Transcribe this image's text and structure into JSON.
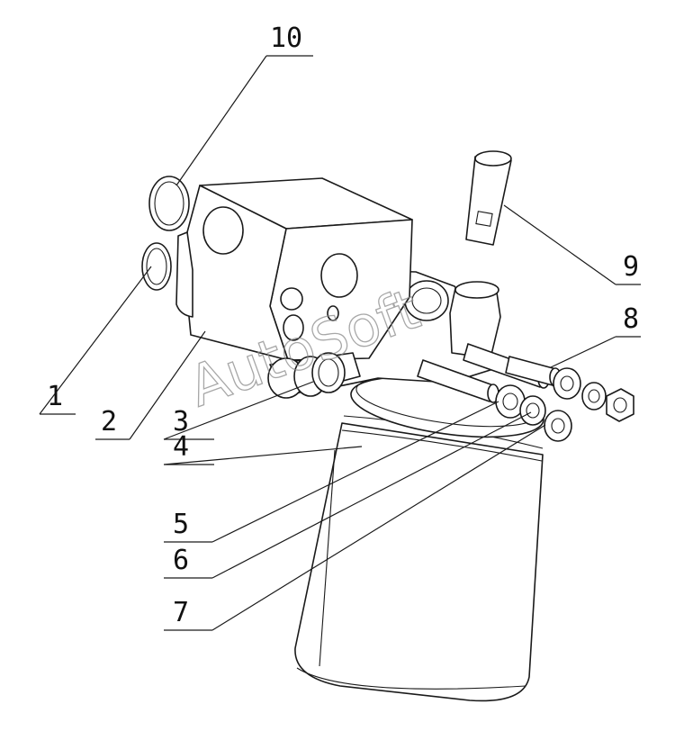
{
  "watermark": "AutoSoft",
  "callouts": [
    {
      "id": "1",
      "label": "1"
    },
    {
      "id": "2",
      "label": "2"
    },
    {
      "id": "3",
      "label": "3"
    },
    {
      "id": "4",
      "label": "4"
    },
    {
      "id": "5",
      "label": "5"
    },
    {
      "id": "6",
      "label": "6"
    },
    {
      "id": "7",
      "label": "7"
    },
    {
      "id": "8",
      "label": "8"
    },
    {
      "id": "9",
      "label": "9"
    },
    {
      "id": "10",
      "label": "10"
    }
  ],
  "colors": {
    "line": "#1a1a1a",
    "watermark": "#8a8a8a",
    "background": "#ffffff"
  }
}
